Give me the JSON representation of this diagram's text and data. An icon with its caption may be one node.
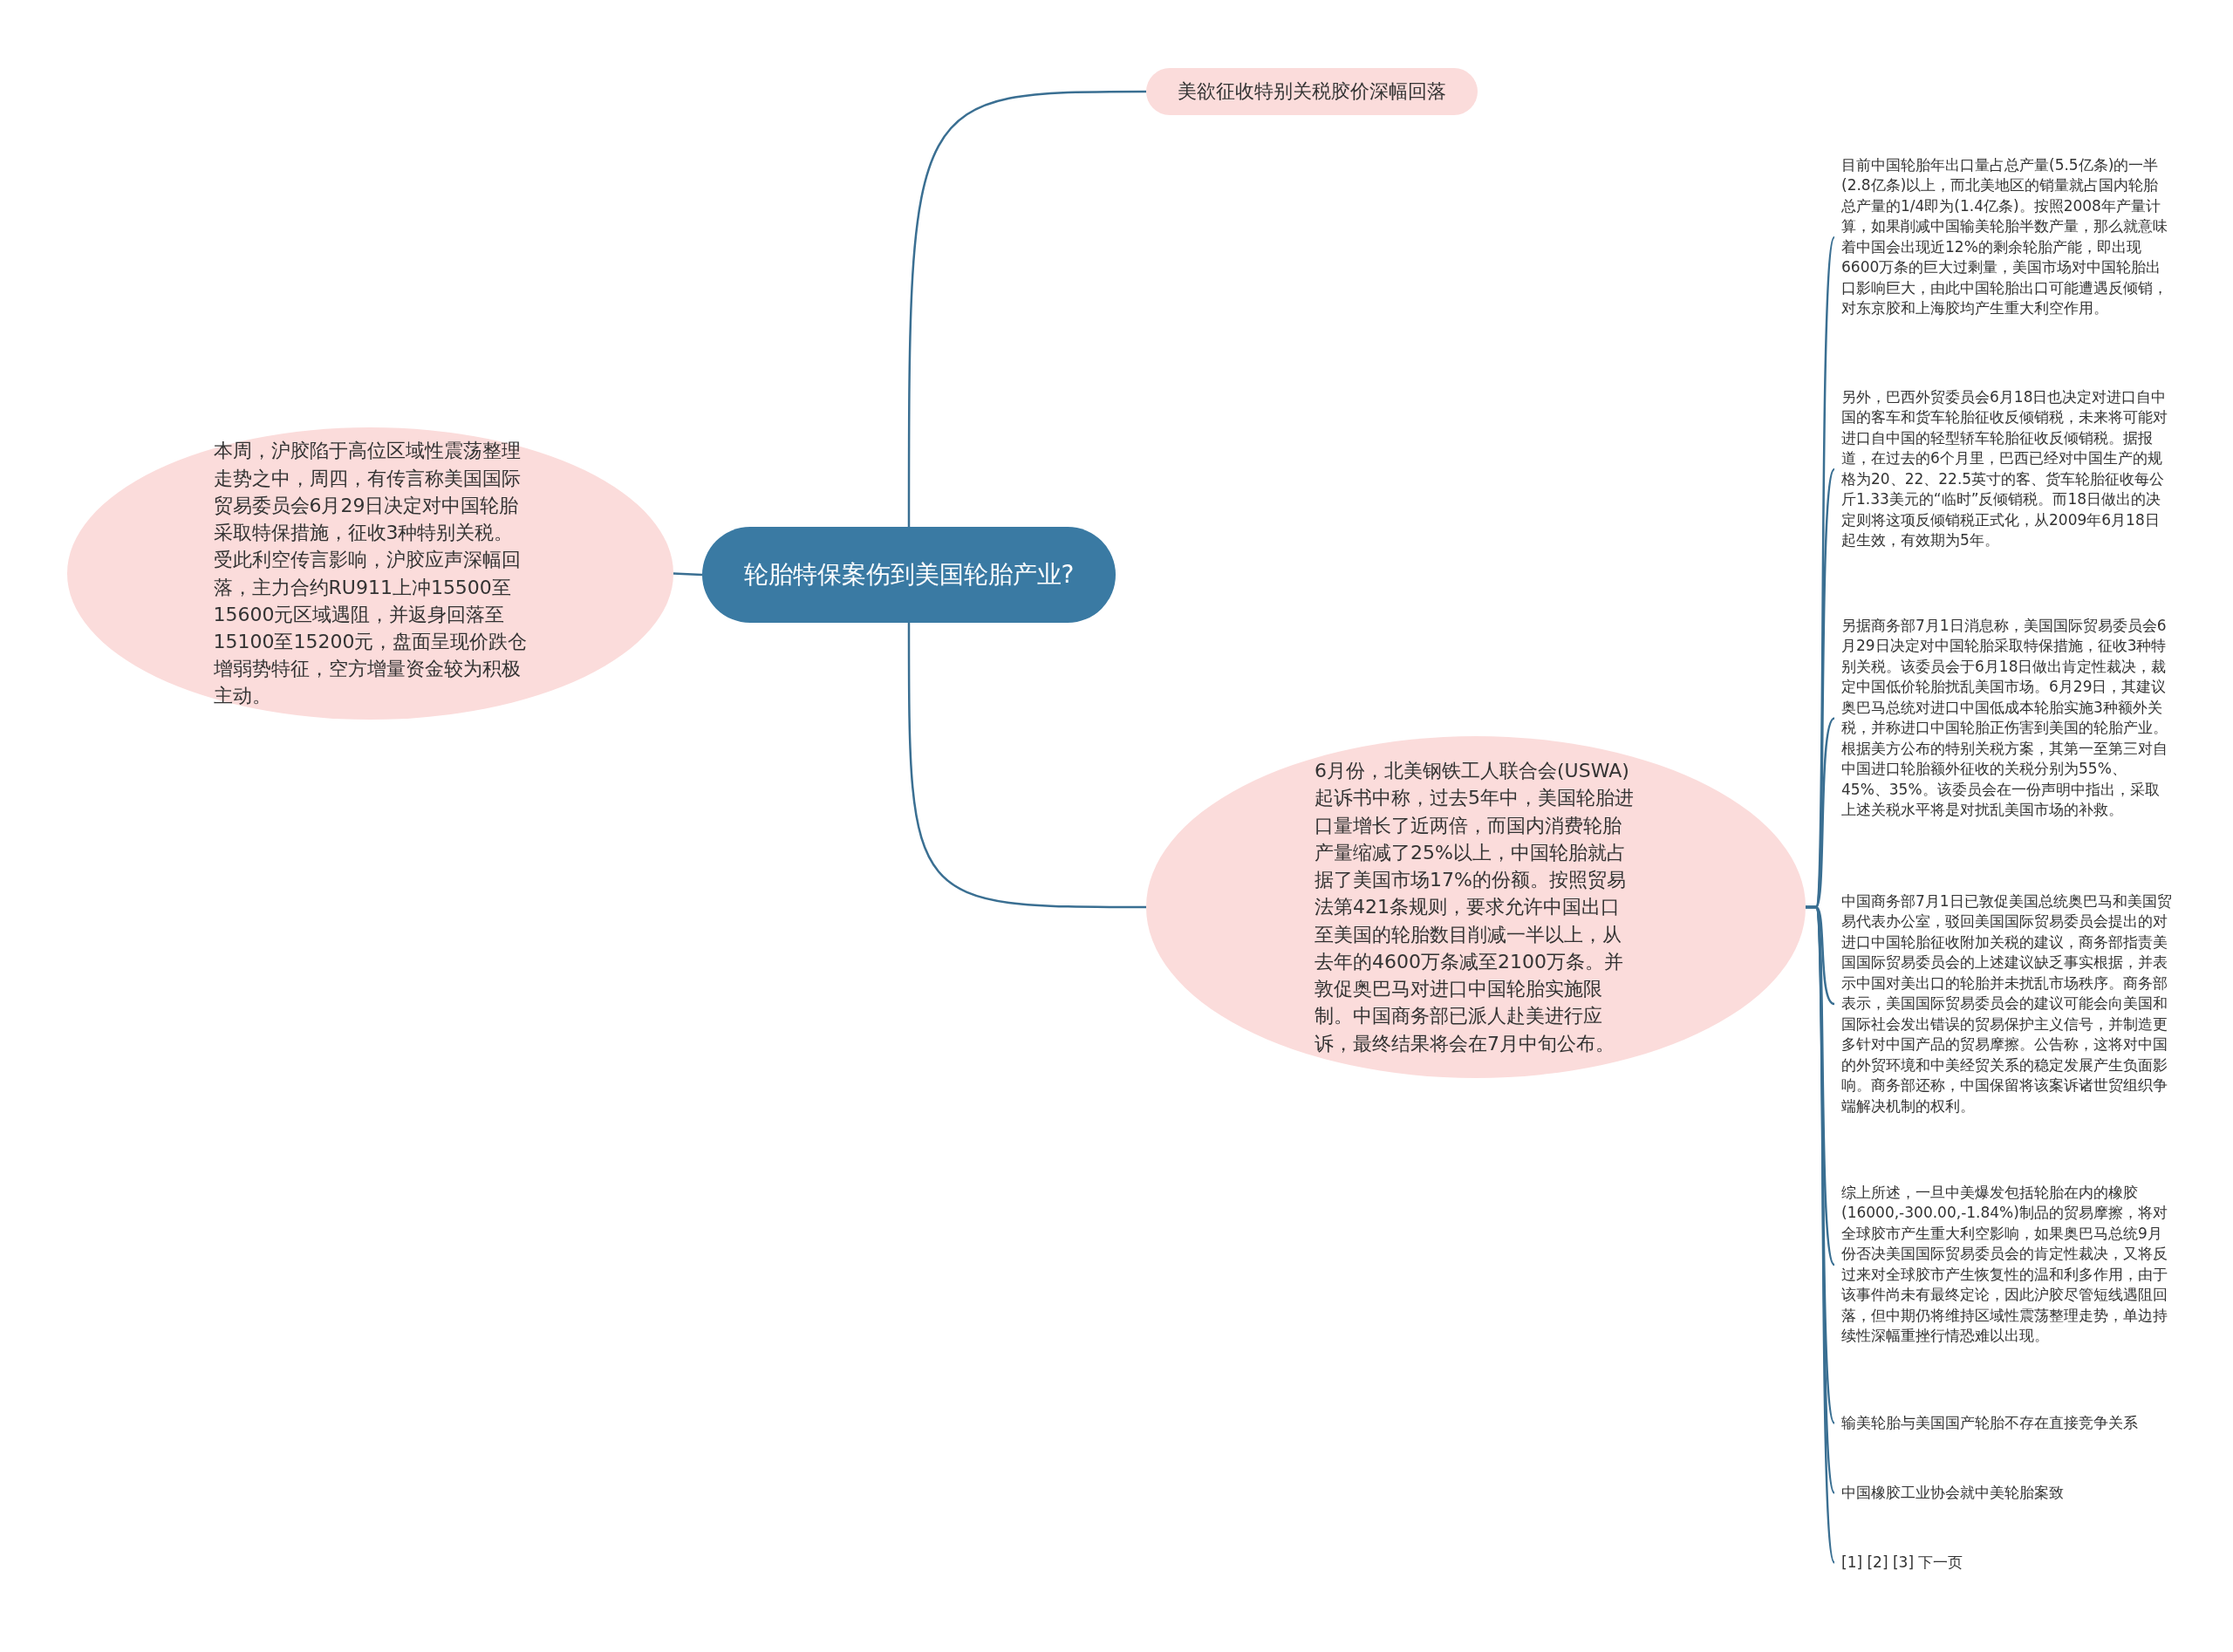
{
  "diagram": {
    "nodes": [
      {
        "text": [
          "轮胎特保案伤到美国轮胎产业?"
        ]
      },
      {
        "text": [
          "美欲征收特别关税胶价深幅回落"
        ]
      },
      {
        "text": [
          "本周，沪胶陷于高位区域性震荡整理走势之中，周四，有传言称美国国际贸易委员会6月29日决定对中国轮胎采取特保措施，征收3种特别关税。受此利空传言影响，沪胶应声深幅回落，主力合约RU911上冲15500至15600元区域遇阻，并返身回落至15100至15200元，盘面呈现价跌仓增弱势特征，空方增量资金较为积极主动。"
        ]
      },
      {
        "text": [
          "6月份，北美钢铁工人联合会(USWA) 起诉书中称，过去5年中，美国轮胎进口量增长了近两倍，而国内消费轮胎产量缩减了25%以上，中国轮胎就占据了美国市场17%的份额。按照贸易法第421条规则，要求允许中国出口至美国的轮胎数目削减一半以上，从去年的4600万条减至2100万条。并敦促奥巴马对进口中国轮胎实施限制。中国商务部已派人赴美进行应诉，最终结果将会在7月中旬公布。"
        ]
      },
      {
        "text": [
          "目前中国轮胎年出口量占总产量(5.5亿条)的一半(2.8亿条)以上，而北美地区的销量就占国内轮胎总产量的1/4即为(1.4亿条)。按照2008年产量计算，如果削减中国输美轮胎半数产量，那么就意味着中国会出现近12%的剩余轮胎产能，即出现6600万条的巨大过剩量，美国市场对中国轮胎出口影响巨大，由此中国轮胎出口可能遭遇反倾销，对东京胶和上海胶均产生重大利空作用。"
        ]
      },
      {
        "text": [
          "另外，巴西外贸委员会6月18日也决定对进口自中国的客车和货车轮胎征收反倾销税，未来将可能对进口自中国的轻型轿车轮胎征收反倾销税。据报道，在过去的6个月里，巴西已经对中国生产的规格为20、22、22.5英寸的客、货车轮胎征收每公斤1.33美元的“临时”反倾销税。而18日做出的决定则将这项反倾销税正式化，从2009年6月18日起生效，有效期为5年。"
        ]
      },
      {
        "text": [
          "另据商务部7月1日消息称，美国国际贸易委员会6月29日决定对中国轮胎采取特保措施，征收3种特别关税。该委员会于6月18日做出肯定性裁决，裁定中国低价轮胎扰乱美国市场。6月29日，其建议奥巴马总统对进口中国低成本轮胎实施3种额外关税，并称进口中国轮胎正伤害到美国的轮胎产业。根据美方公布的特别关税方案，其第一至第三对自中国进口轮胎额外征收的关税分别为55%、45%、35%。该委员会在一份声明中指出，采取上述关税水平将是对扰乱美国市场的补救。"
        ]
      },
      {
        "text": [
          "中国商务部7月1日已敦促美国总统奥巴马和美国贸易代表办公室，驳回美国国际贸易委员会提出的对进口中国轮胎征收附加关税的建议，商务部指责美国国际贸易委员会的上述建议缺乏事实根据，并表示中国对美出口的轮胎并未扰乱市场秩序。商务部表示，美国国际贸易委员会的建议可能会向美国和国际社会发出错误的贸易保护主义信号，并制造更多针对中国产品的贸易摩擦。公告称，这将对中国的外贸环境和中美经贸关系的稳定发展产生负面影响。商务部还称，中国保留将该案诉诸世贸组织争端解决机制的权利。"
        ]
      },
      {
        "text": [
          "综上所述，一旦中美爆发包括轮胎在内的橡胶(16000,-300.00,-1.84%)制品的贸易摩擦，将对全球胶市产生重大利空影响，如果奥巴马总统9月份否决美国国际贸易委员会的肯定性裁决，又将反过来对全球胶市产生恢复性的温和利多作用，由于该事件尚未有最终定论，因此沪胶尽管短线遇阻回落，但中期仍将维持区域性震荡整理走势，单边持续性深幅重挫行情恐难以出现。"
        ]
      },
      {
        "text": [
          "输美轮胎与美国国产轮胎不存在直接竞争关系"
        ]
      },
      {
        "text": [
          "中国橡胶工业协会就中美轮胎案致"
        ]
      },
      {
        "text": [
          "[1] [2] [3] 下一页"
        ]
      }
    ],
    "edges": [
      {
        "from": 0,
        "to": 1,
        "arrow": "none"
      },
      {
        "from": 0,
        "to": 2,
        "arrow": "none"
      },
      {
        "from": 0,
        "to": 3,
        "arrow": "none"
      },
      {
        "from": 3,
        "to": 4,
        "arrow": "none"
      },
      {
        "from": 3,
        "to": 5,
        "arrow": "none"
      },
      {
        "from": 3,
        "to": 6,
        "arrow": "none"
      },
      {
        "from": 3,
        "to": 7,
        "arrow": "none"
      },
      {
        "from": 3,
        "to": 8,
        "arrow": "none"
      },
      {
        "from": 3,
        "to": 9,
        "arrow": "none"
      },
      {
        "from": 3,
        "to": 10,
        "arrow": "none"
      },
      {
        "from": 3,
        "to": 11,
        "arrow": "none"
      }
    ]
  }
}
